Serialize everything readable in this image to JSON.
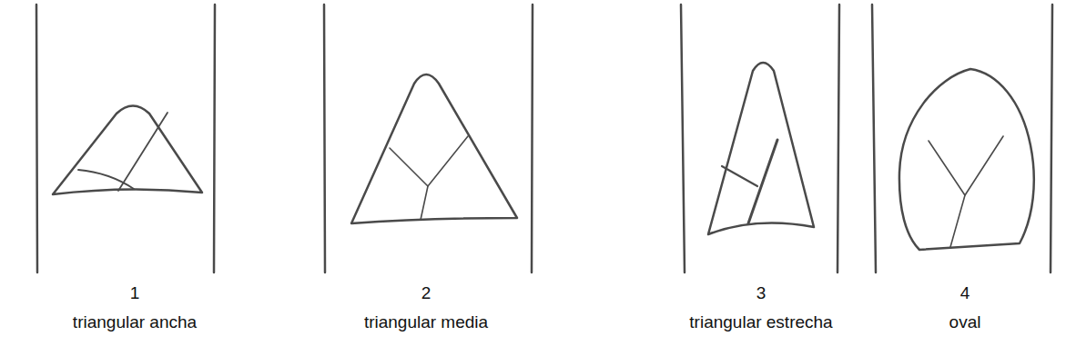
{
  "diagram": {
    "labels": [
      "1",
      "triangular ancha",
      "2",
      "triangular media",
      "3",
      "triangular estrecha",
      "4",
      "oval"
    ]
  }
}
